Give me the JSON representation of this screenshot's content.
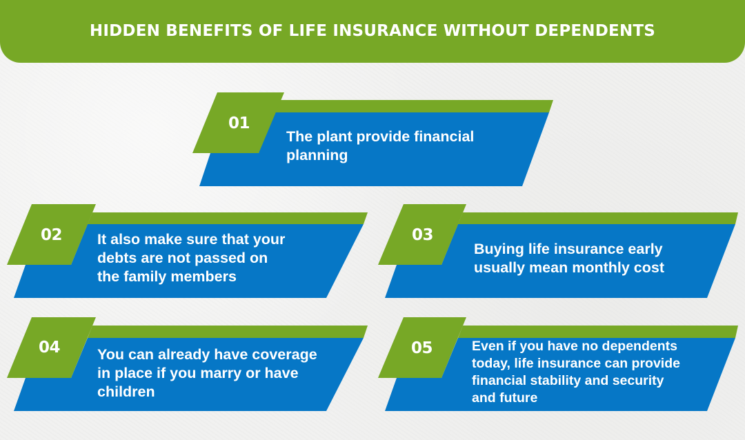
{
  "title": "HIDDEN BENEFITS OF LIFE INSURANCE WITHOUT DEPENDENTS",
  "colors": {
    "green": "#77a826",
    "blue": "#0677c6",
    "text": "#ffffff",
    "background": "#f1f1f0"
  },
  "benefits": [
    {
      "number": "01",
      "lines": [
        "The plant provide financial",
        "planning"
      ]
    },
    {
      "number": "02",
      "lines": [
        "It also make sure that your",
        "debts are not passed on",
        "the family members"
      ]
    },
    {
      "number": "03",
      "lines": [
        "Buying life insurance early",
        "usually mean monthly cost"
      ]
    },
    {
      "number": "04",
      "lines": [
        "You can already have coverage",
        "in place if you marry or have",
        "children"
      ]
    },
    {
      "number": "05",
      "lines": [
        "Even if you have no dependents",
        "today, life insurance can provide",
        "financial stability and security",
        "and future"
      ]
    }
  ]
}
